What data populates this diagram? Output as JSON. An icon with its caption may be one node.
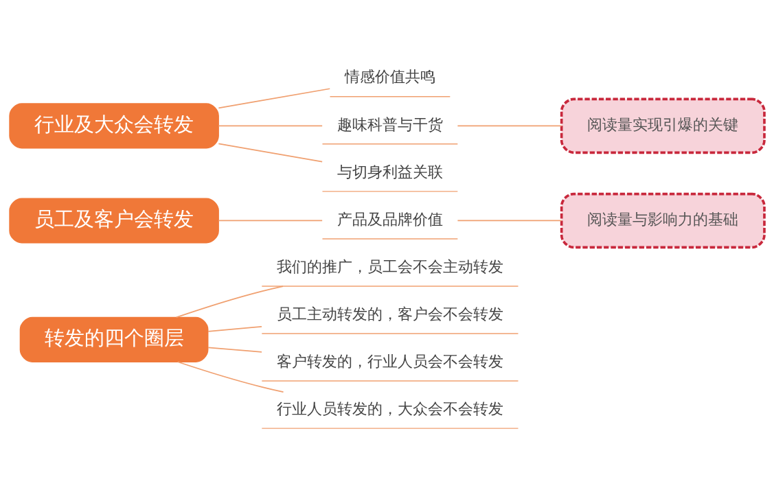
{
  "diagram": {
    "nodes": [
      {
        "text": [
          "转发的四个圈层"
        ]
      },
      {
        "text": [
          "我们的推广，员工会不会主动转发"
        ]
      },
      {
        "text": [
          "员工主动转发的，客户会不会转发"
        ]
      },
      {
        "text": [
          "客户转发的，行业人员会不会转发"
        ]
      },
      {
        "text": [
          "行业人员转发的，大众会不会转发"
        ]
      },
      {
        "text": [
          "员工及客户会转发"
        ]
      },
      {
        "text": [
          "产品及品牌价值"
        ]
      },
      {
        "text": [
          "阅读量与影响力的基础"
        ]
      },
      {
        "text": [
          "行业及大众会转发"
        ]
      },
      {
        "text": [
          "情感价值共鸣"
        ]
      },
      {
        "text": [
          "趣味科普与干货"
        ]
      },
      {
        "text": [
          "阅读量实现引爆的关键"
        ]
      },
      {
        "text": [
          "与切身利益关联"
        ]
      }
    ],
    "edges": [
      {
        "from": 0,
        "to": 1,
        "arrow": "none"
      },
      {
        "from": 0,
        "to": 2,
        "arrow": "none"
      },
      {
        "from": 0,
        "to": 3,
        "arrow": "none"
      },
      {
        "from": 0,
        "to": 4,
        "arrow": "none"
      },
      {
        "from": 5,
        "to": 6,
        "arrow": "none"
      },
      {
        "from": 6,
        "to": 7,
        "arrow": "none"
      },
      {
        "from": 8,
        "to": 9,
        "arrow": "none"
      },
      {
        "from": 8,
        "to": 10,
        "arrow": "none"
      },
      {
        "from": 8,
        "to": 12,
        "arrow": "none"
      },
      {
        "from": 10,
        "to": 11,
        "arrow": "none"
      }
    ]
  }
}
